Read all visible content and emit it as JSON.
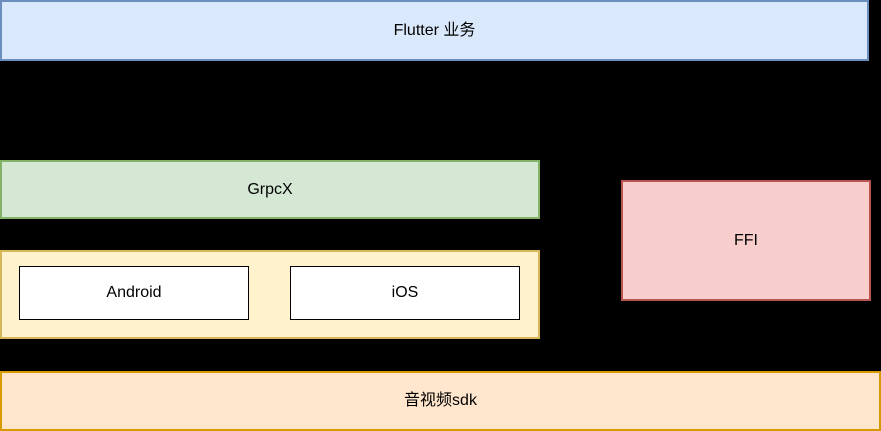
{
  "canvas": {
    "background": "#000000",
    "text_color": "#000000"
  },
  "nodes": {
    "flutter": {
      "label": "Flutter 业务",
      "fill": "#dae8fc",
      "border": "#6c8ebf"
    },
    "grpcx": {
      "label": "GrpcX",
      "fill": "#d5e8d4",
      "border": "#82b366"
    },
    "platform_group": {
      "label": "",
      "fill": "#fff2cc",
      "border": "#d6b656"
    },
    "android": {
      "label": "Android",
      "fill": "#ffffff",
      "border": "#000000"
    },
    "ios": {
      "label": "iOS",
      "fill": "#ffffff",
      "border": "#000000"
    },
    "ffi": {
      "label": "FFI",
      "fill": "#f8cecc",
      "border": "#b85450"
    },
    "av_sdk": {
      "label": "音视频sdk",
      "fill": "#ffe6cc",
      "border": "#d79b00"
    }
  }
}
